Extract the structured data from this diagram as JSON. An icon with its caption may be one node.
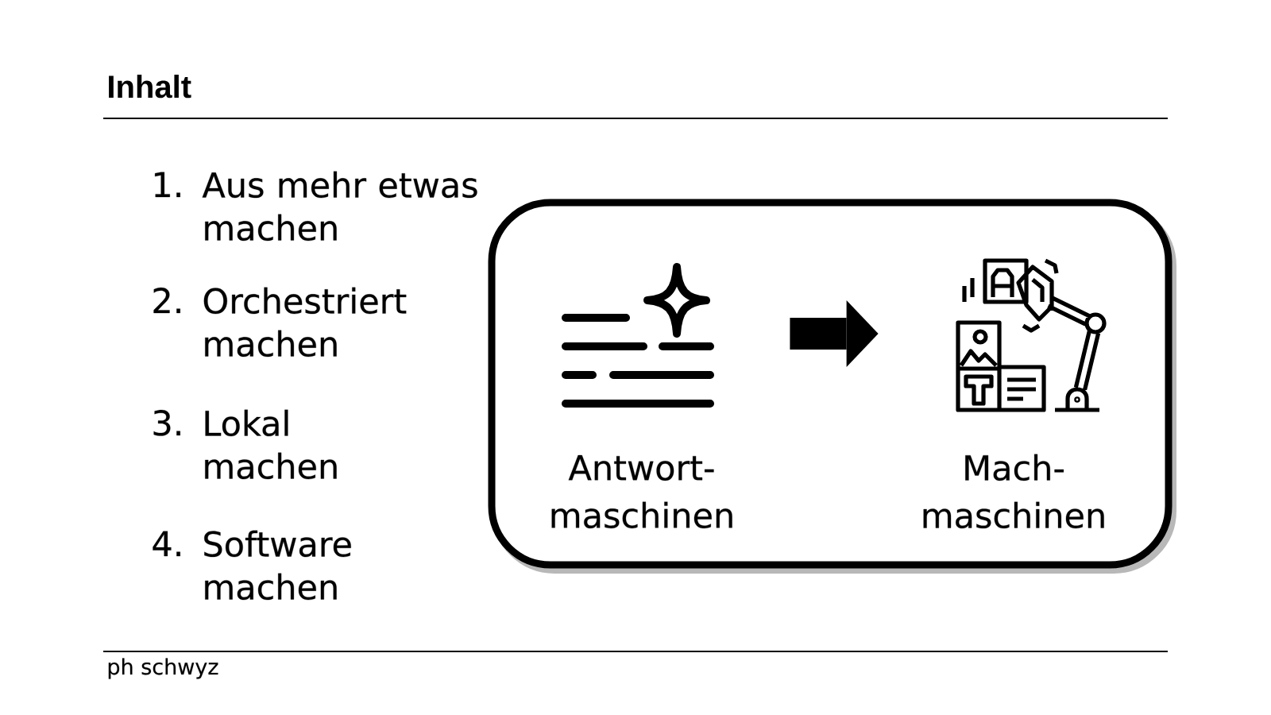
{
  "diagram": {
    "title": "Inhalt",
    "nodes": [
      {
        "text": [],
        "shape": "box"
      },
      {
        "text": [],
        "shape": "picture",
        "in": 0,
        "beside": [
          "Antwort- maschinen"
        ]
      },
      {
        "text": [],
        "shape": "picture",
        "in": 0,
        "beside": [
          "Mach- maschinen"
        ]
      }
    ],
    "edges": [
      {
        "from": 1,
        "to": 2,
        "arrow": "to"
      }
    ],
    "labels": [
      "1.",
      "Aus mehr etwas machen",
      "2.",
      "Orchestriert machen",
      "3.",
      "Lokal machen",
      "4.",
      "Software machen",
      "ph schwyz"
    ]
  }
}
